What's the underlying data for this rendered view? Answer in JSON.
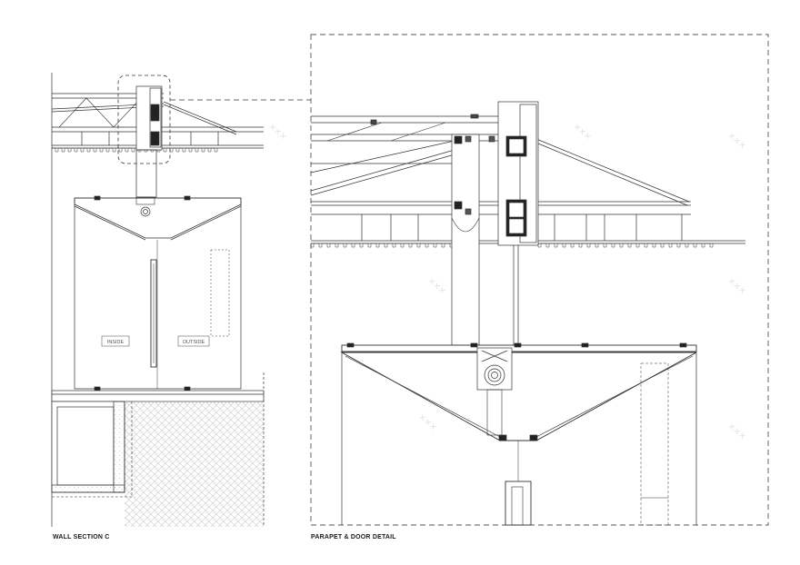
{
  "captions": {
    "left": "WALL SECTION C",
    "right": "PARAPET & DOOR DETAIL"
  },
  "labels": {
    "inside": "INSIDE",
    "outside": "OUTSIDE"
  },
  "colors": {
    "line": "#333333",
    "fill_dark": "#222222",
    "hatch": "#bdbdbd",
    "dash": "#555555"
  }
}
